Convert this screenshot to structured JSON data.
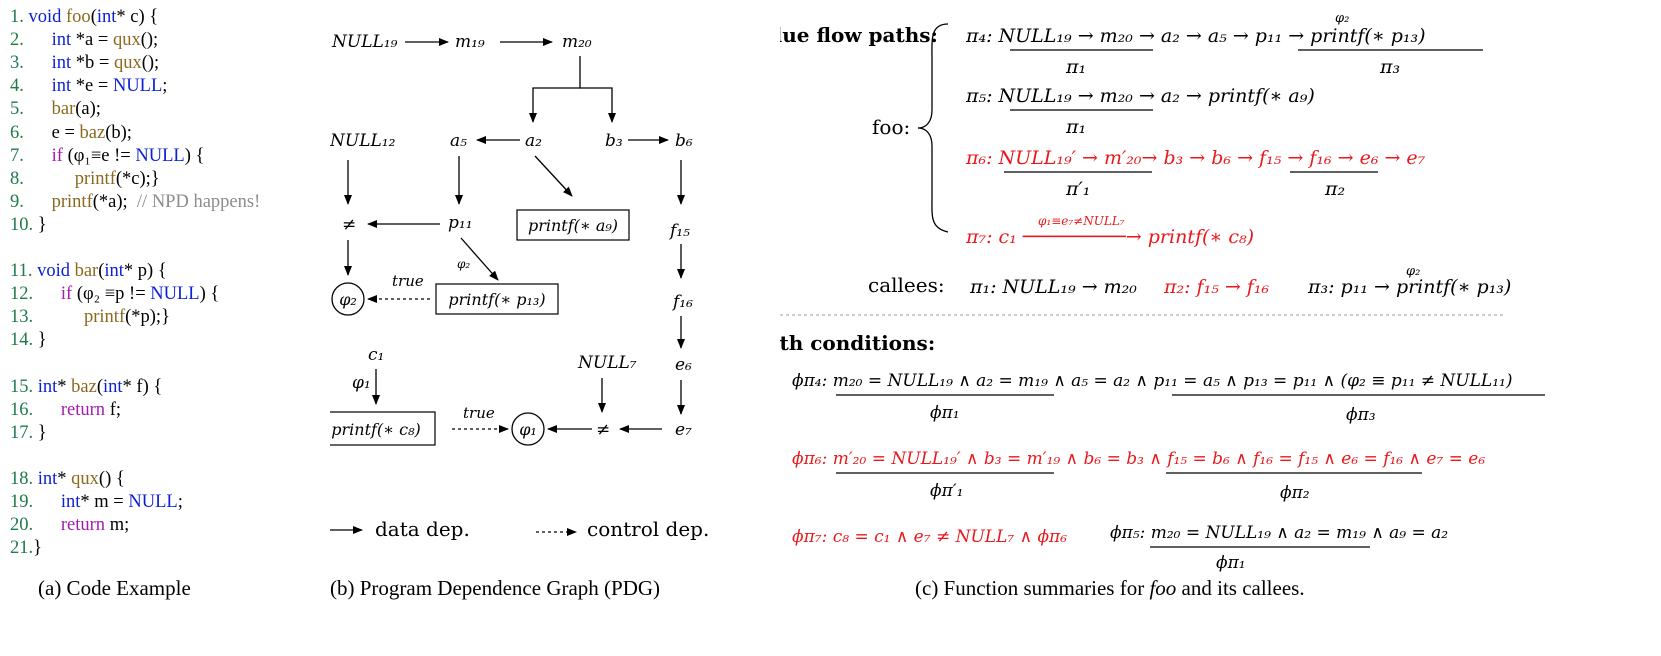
{
  "code": {
    "lines": [
      [
        [
          "ln",
          "1. "
        ],
        [
          "kw",
          "void "
        ],
        [
          "fn",
          "foo"
        ],
        [
          "",
          "("
        ],
        [
          "kw",
          "int"
        ],
        [
          "",
          "* c) {"
        ]
      ],
      [
        [
          "ln",
          "2. "
        ],
        [
          "",
          "     "
        ],
        [
          "kw",
          "int"
        ],
        [
          "",
          " *a = "
        ],
        [
          "fn",
          "qux"
        ],
        [
          "",
          "();"
        ]
      ],
      [
        [
          "ln",
          "3. "
        ],
        [
          "",
          "     "
        ],
        [
          "kw",
          "int"
        ],
        [
          "",
          " *b = "
        ],
        [
          "fn",
          "qux"
        ],
        [
          "",
          "();"
        ]
      ],
      [
        [
          "ln",
          "4. "
        ],
        [
          "",
          "     "
        ],
        [
          "kw",
          "int"
        ],
        [
          "",
          " *e = "
        ],
        [
          "kw",
          "NULL"
        ],
        [
          "",
          ";"
        ]
      ],
      [
        [
          "ln",
          "5. "
        ],
        [
          "",
          "     "
        ],
        [
          "fn",
          "bar"
        ],
        [
          "",
          "(a);"
        ]
      ],
      [
        [
          "ln",
          "6. "
        ],
        [
          "",
          "     e = "
        ],
        [
          "fn",
          "baz"
        ],
        [
          "",
          "(b);"
        ]
      ],
      [
        [
          "ln",
          "7. "
        ],
        [
          "",
          "     "
        ],
        [
          "ctl",
          "if"
        ],
        [
          "",
          " (φ"
        ],
        [
          "",
          "₁"
        ],
        [
          "",
          "≡e != "
        ],
        [
          "kw",
          "NULL"
        ],
        [
          "",
          ") {"
        ]
      ],
      [
        [
          "ln",
          "8. "
        ],
        [
          "",
          "          "
        ],
        [
          "fn",
          "printf"
        ],
        [
          "",
          "(*c);}"
        ]
      ],
      [
        [
          "ln",
          "9. "
        ],
        [
          "",
          "     "
        ],
        [
          "fn",
          "printf"
        ],
        [
          "",
          "(*a);  "
        ],
        [
          "cm",
          "// NPD happens!"
        ]
      ],
      [
        [
          "ln",
          "10. "
        ],
        [
          "",
          "}"
        ]
      ],
      [],
      [
        [
          "ln",
          "11. "
        ],
        [
          "kw",
          "void "
        ],
        [
          "fn",
          "bar"
        ],
        [
          "",
          "("
        ],
        [
          "kw",
          "int"
        ],
        [
          "",
          "* p) {"
        ]
      ],
      [
        [
          "ln",
          "12. "
        ],
        [
          "",
          "     "
        ],
        [
          "ctl",
          "if"
        ],
        [
          "",
          " (φ₂ ≡p != "
        ],
        [
          "kw",
          "NULL"
        ],
        [
          "",
          ") {"
        ]
      ],
      [
        [
          "ln",
          "13. "
        ],
        [
          "",
          "          "
        ],
        [
          "fn",
          "printf"
        ],
        [
          "",
          "(*p);}"
        ]
      ],
      [
        [
          "ln",
          "14. "
        ],
        [
          "",
          "}"
        ]
      ],
      [],
      [
        [
          "ln",
          "15. "
        ],
        [
          "kw",
          "int"
        ],
        [
          "",
          "* "
        ],
        [
          "fn",
          "baz"
        ],
        [
          "",
          "("
        ],
        [
          "kw",
          "int"
        ],
        [
          "",
          "* f) {"
        ]
      ],
      [
        [
          "ln",
          "16. "
        ],
        [
          "",
          "     "
        ],
        [
          "ctl",
          "return"
        ],
        [
          "",
          " f;"
        ]
      ],
      [
        [
          "ln",
          "17. "
        ],
        [
          "",
          "}"
        ]
      ],
      [],
      [
        [
          "ln",
          "18. "
        ],
        [
          "kw",
          "int"
        ],
        [
          "",
          "* "
        ],
        [
          "fn",
          "qux"
        ],
        [
          "",
          "() {"
        ]
      ],
      [
        [
          "ln",
          "19. "
        ],
        [
          "",
          "     "
        ],
        [
          "kw",
          "int"
        ],
        [
          "",
          "* m = "
        ],
        [
          "kw",
          "NULL"
        ],
        [
          "",
          ";"
        ]
      ],
      [
        [
          "ln",
          "20. "
        ],
        [
          "",
          "     "
        ],
        [
          "ctl",
          "return"
        ],
        [
          "",
          " m;"
        ]
      ],
      [
        [
          "ln",
          "21."
        ],
        [
          "",
          "}"
        ]
      ]
    ],
    "caption": "(a) Code Example"
  },
  "pdg": {
    "caption": "(b) Program Dependence Graph (PDG)",
    "legend_data": "data dep.",
    "legend_control": "control dep.",
    "edge_true": "true",
    "nodes": {
      "null19": "NULL₁₉",
      "m19": "m₁₉",
      "m20": "m₂₀",
      "null12": "NULL₁₂",
      "a5": "a₅",
      "a2": "a₂",
      "b3": "b₃",
      "b6": "b₆",
      "neq1": "≠",
      "p11": "p₁₁",
      "printf_a9": "printf(∗ a₉)",
      "f15": "f₁₅",
      "phi2": "φ₂",
      "printf_p13": "printf(∗ p₁₃)",
      "f16": "f₁₆",
      "c1": "c₁",
      "phi1_label": "φ₁",
      "null7": "NULL₇",
      "e6": "e₆",
      "printf_c8": "printf(∗ c₈)",
      "phi1": "φ₁",
      "neq2": "≠",
      "e7": "e₇",
      "phi2_edge": "φ₂"
    }
  },
  "summaries": {
    "caption_prefix": "(c) Function summaries for ",
    "caption_em": "foo",
    "caption_suffix": " and its callees.",
    "vfp_title": "Value flow paths:",
    "foo_label": "foo:",
    "callees_label": "callees:",
    "pc_title": "Path conditions:",
    "accent_color": "#e8191c"
  }
}
